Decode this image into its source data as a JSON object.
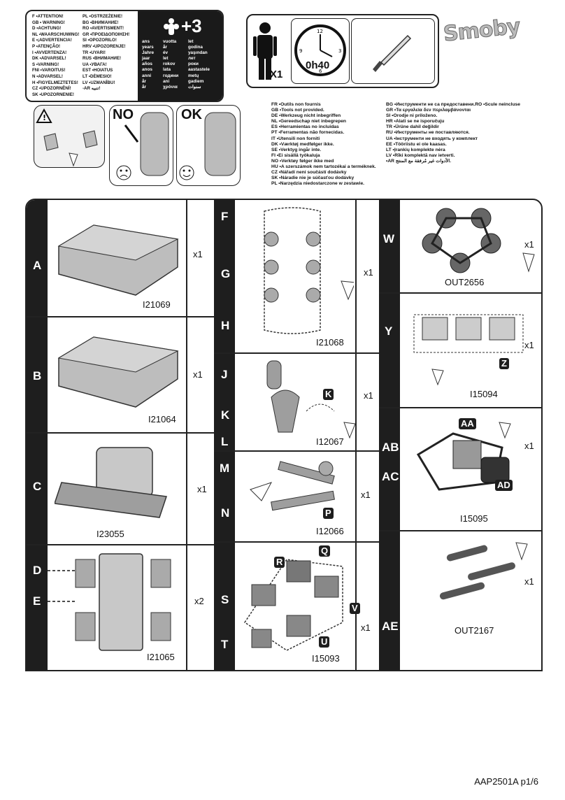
{
  "warnings": {
    "col1": [
      "F •ATTENTION!",
      "GB • WARNING!",
      "D •ACHTUNG!",
      "NL •WAARSCHUWING!",
      "E •¡ADVERTENCIA!",
      "P •ATENÇÃO!",
      "I •AVVERTENZA!",
      "DK •ADVARSEL!",
      "S •VARNING!",
      "FNI •VAROITUS!",
      "N •ADVARSEL!",
      "H •FIGYELMEZTETES!",
      "CZ •UPOZORNĚNÍ!",
      "SK •UPOZORNENIE!"
    ],
    "col2": [
      "PL •OSTRZEŻENIE!",
      "BG •ВНИМАНИЕ!",
      "RO •AVERTISMENT!",
      "GR •ΠΡΟΕΙΔΟΠΟΙΗΣΗ!",
      "SI •OPOZORILO!",
      "HRV •UPOZORENJE!",
      "TR •UYARI!",
      "RUS •ВНИМАНИЕ!",
      "UA •УВАГА!",
      "EST •HOIATUS",
      "LT •DĖMESIO!",
      "LV •UZMANĪBU!",
      "-AR  تنبيه!"
    ],
    "age": "+3",
    "age_col1": [
      "ans",
      "years",
      "Jahre",
      "jaar",
      "años",
      "anos",
      "anni",
      "år",
      "år"
    ],
    "age_col2": [
      "vuotta",
      "år",
      "év",
      "let",
      "rokov",
      "lata",
      "години",
      "ani",
      "χρόνια"
    ],
    "age_col3": [
      "let",
      "godina",
      "yaşından",
      "лет",
      "роки",
      "aastastele",
      "metų",
      "gadiem",
      "سنوات"
    ]
  },
  "tools": {
    "persons": "X1",
    "time": "0h40",
    "clock_numbers": [
      "12",
      "3",
      "6",
      "9"
    ]
  },
  "brand": "Smoby",
  "illustration": {
    "no_label": "NO",
    "ok_label": "OK"
  },
  "tools_text": {
    "left": [
      "FR •Outils non fournis",
      "GB •Tools not provided.",
      "DE •Werkzeug nicht inbegriffen",
      "NL •Gereedschap niet inbegrepen",
      "ES •Herramientas no incluidas",
      "PT •Ferramentas não fornecidas.",
      "IT •Utensili non forniti",
      "DK •Værktøj medfølger ikke.",
      "SE •Verktyg ingår inte.",
      "FI •Ei sisällä työkaluja",
      "NO •Verktøy følger ikke med",
      "HU •A szerszámok nem tartozékai a terméknek.",
      "CZ •Nářadí není součástí dodávky",
      "SK •Náradie nie je súčasťou dodávky",
      "PL •Narzędzia niedostarczone w zestawie."
    ],
    "right": [
      "BG •Инструменти не са предоставени.RO •Scule neincluse",
      "GR •Τα εργαλεία δεν περιλαμβάνονται",
      "SI •Orodje ni priloženo.",
      "HR •Alati se ne isporučuju",
      "TR •Ürüne dahil değildir",
      "RU •Инструменты не поставляются.",
      "UA •Інструменти не входять у комплект",
      "EE •Tööriistu ei ole kaasas.",
      "LT •Įrankių komplekte nėra",
      "LV •Rīki komplektā nav ietverti.",
      "•AR  الأدوات غير مُرفقة مع المنتج."
    ]
  },
  "parts": {
    "A": {
      "letter": "A",
      "ref": "I21069",
      "qty": "x1"
    },
    "B": {
      "letter": "B",
      "ref": "I21064",
      "qty": "x1"
    },
    "C": {
      "letter": "C",
      "ref": "I23055",
      "qty": "x1"
    },
    "DE": {
      "letters": [
        "D",
        "E"
      ],
      "ref": "I21065",
      "qty": "x2"
    },
    "FGH": {
      "letters": [
        "F",
        "G",
        "H"
      ],
      "ref": "I21068",
      "qty": "x1"
    },
    "JKL": {
      "letters": [
        "J",
        "K",
        "L"
      ],
      "tag": "K",
      "ref": "I12067",
      "qty": "x1"
    },
    "MN": {
      "letters": [
        "M",
        "N"
      ],
      "tag": "P",
      "ref": "I12066",
      "qty": "x1"
    },
    "ST": {
      "letters": [
        "S",
        "T"
      ],
      "tags": [
        "R",
        "Q",
        "V",
        "U"
      ],
      "ref": "I15093",
      "qty": "x1"
    },
    "W": {
      "letter": "W",
      "ref": "OUT2656",
      "qty": "x1"
    },
    "Y": {
      "letter": "Y",
      "tag": "Z",
      "ref": "I15094",
      "qty": "x1"
    },
    "ABAC": {
      "letters": [
        "AB",
        "AC"
      ],
      "tags": [
        "AA",
        "AD"
      ],
      "ref": "I15095",
      "qty": "x1"
    },
    "AE": {
      "letter": "AE",
      "ref": "OUT2167",
      "qty": "x1"
    }
  },
  "footer": "AAP2501A p1/6"
}
